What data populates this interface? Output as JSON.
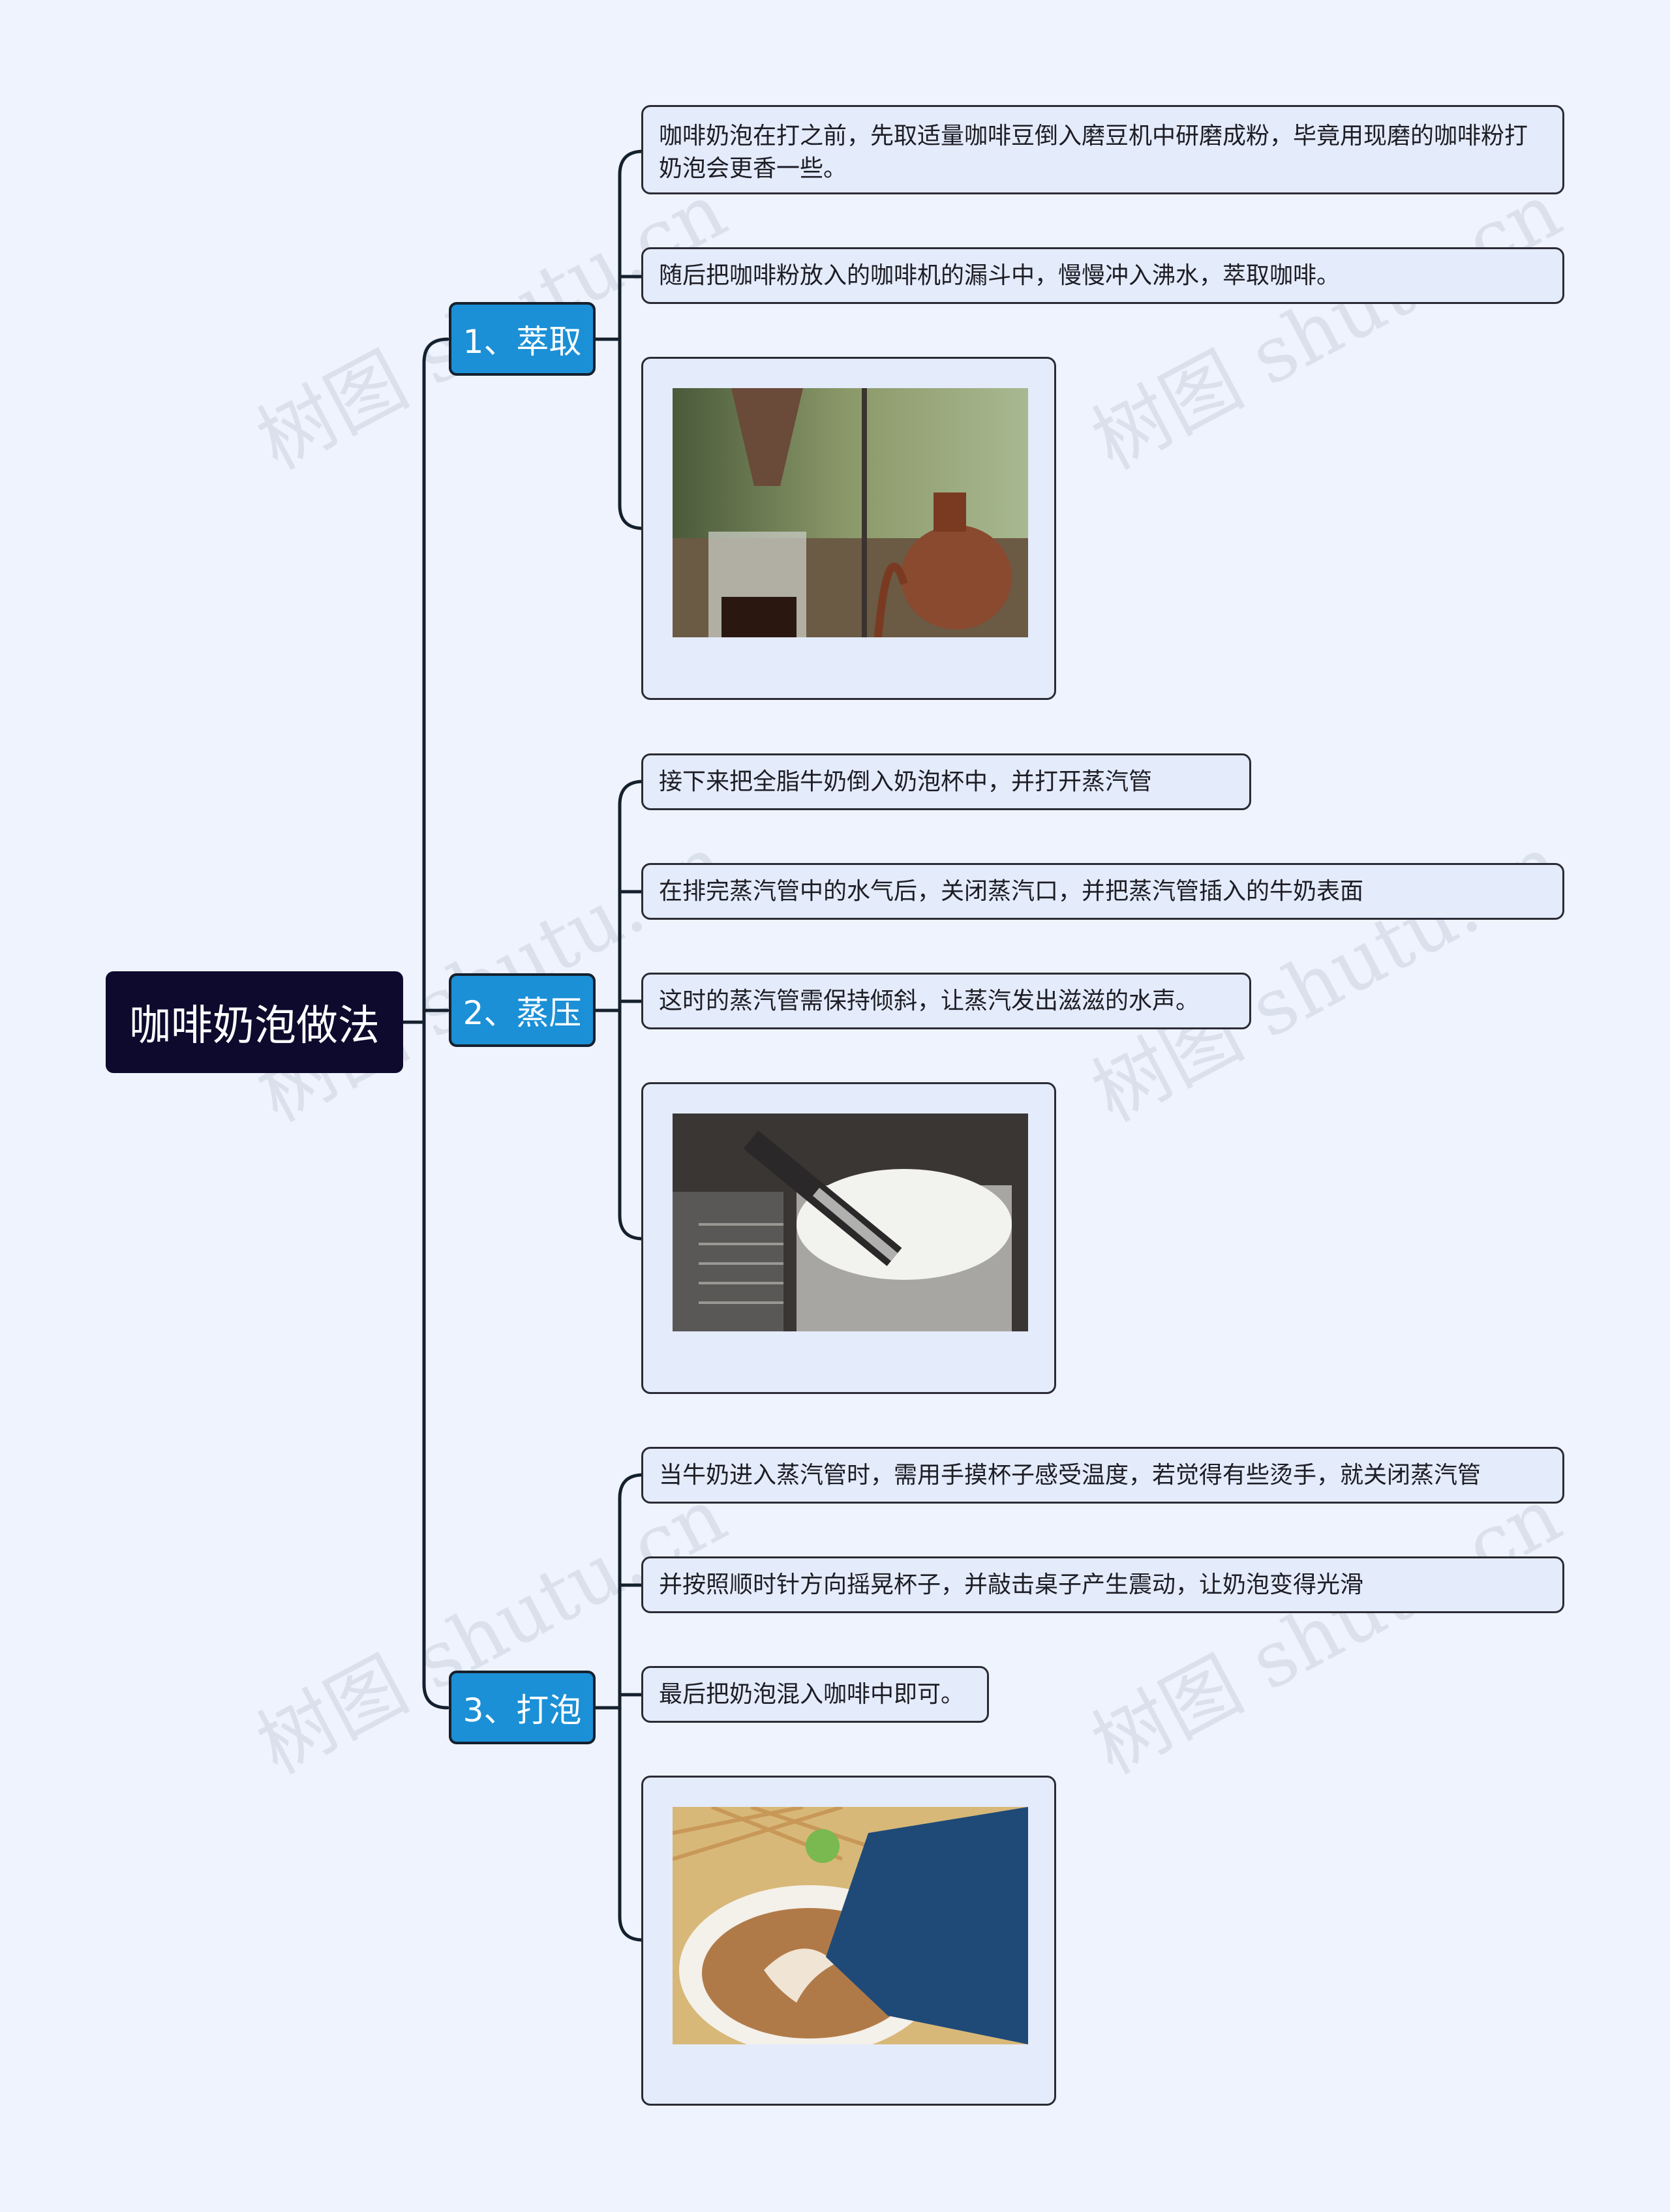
{
  "root": {
    "label": "咖啡奶泡做法"
  },
  "branches": [
    {
      "label": "1、萃取",
      "notes": [
        "咖啡奶泡在打之前，先取适量咖啡豆倒入磨豆机中研磨成粉，毕竟用现磨的咖啡粉打奶泡会更香一些。",
        "随后把咖啡粉放入的咖啡机的漏斗中，慢慢冲入沸水，萃取咖啡。"
      ],
      "image": "pour-over-coffee-photo"
    },
    {
      "label": "2、蒸压",
      "notes": [
        "接下来把全脂牛奶倒入奶泡杯中，并打开蒸汽管",
        "在排完蒸汽管中的水气后，关闭蒸汽口，并把蒸汽管插入的牛奶表面",
        "这时的蒸汽管需保持倾斜，让蒸汽发出滋滋的水声。"
      ],
      "image": "steaming-milk-photo"
    },
    {
      "label": "3、打泡",
      "notes": [
        "当牛奶进入蒸汽管时，需用手摸杯子感受温度，若觉得有些烫手，就关闭蒸汽管",
        "并按照顺时针方向摇晃杯子，并敲击桌子产生震动，让奶泡变得光滑",
        "最后把奶泡混入咖啡中即可。"
      ],
      "image": "latte-art-photo"
    }
  ],
  "watermark": "树图 shutu.cn",
  "colors": {
    "background": "#eef3fd",
    "root": "#0e0a2e",
    "branch": "#1b90d6",
    "leaf": "#e4ebfb",
    "line": "#15202e"
  }
}
